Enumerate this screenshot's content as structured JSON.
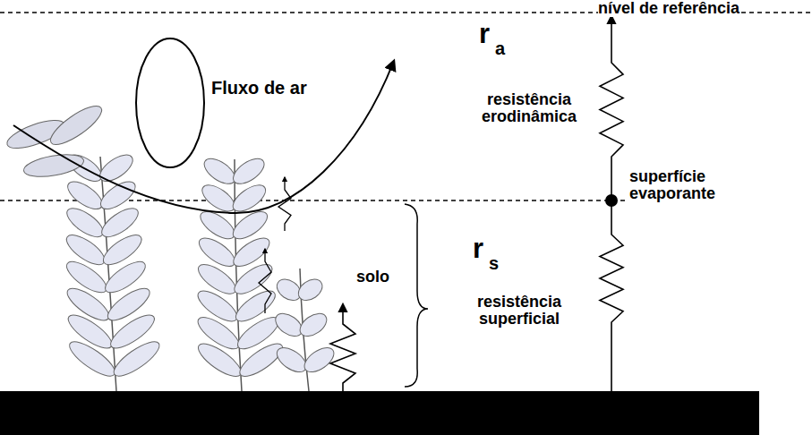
{
  "diagram": {
    "labels": [
      "nível de referência",
      "r",
      "a",
      "Fluxo de ar",
      "resistência erodinâmica",
      "superfície evaporante",
      "solo",
      "r",
      "s",
      "resistência superficial"
    ]
  }
}
